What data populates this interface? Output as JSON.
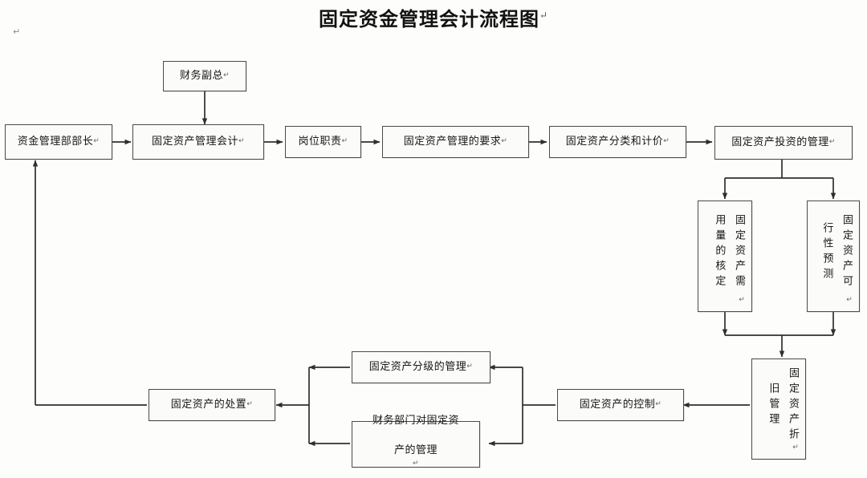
{
  "page": {
    "title": "固定资金管理会计流程图",
    "title_mark": "↵",
    "stray_mark": "↵",
    "colors": {
      "background": "#fdfdfb",
      "box_fill": "#fbfbf9",
      "box_border": "#4a4a4a",
      "connector": "#2f2f2f",
      "text": "#161616"
    }
  },
  "chart_data": {
    "type": "diagram",
    "diagram_kind": "flowchart",
    "title": "固定资金管理会计流程图",
    "orientation": "left-to-right with bottom feedback loop",
    "nodes": [
      {
        "id": "n1",
        "label": "财务副总",
        "shape": "rect",
        "text_direction": "horizontal",
        "row": "top"
      },
      {
        "id": "n2",
        "label": "资金管理部部长",
        "shape": "rect",
        "text_direction": "horizontal",
        "row": "main"
      },
      {
        "id": "n3",
        "label": "固定资产管理会计",
        "shape": "rect",
        "text_direction": "horizontal",
        "row": "main"
      },
      {
        "id": "n4",
        "label": "岗位职责",
        "shape": "rect",
        "text_direction": "horizontal",
        "row": "main"
      },
      {
        "id": "n5",
        "label": "固定资产管理的要求",
        "shape": "rect",
        "text_direction": "horizontal",
        "row": "main"
      },
      {
        "id": "n6",
        "label": "固定资产分类和计价",
        "shape": "rect",
        "text_direction": "horizontal",
        "row": "main"
      },
      {
        "id": "n7",
        "label": "固定资产投资的管理",
        "shape": "rect",
        "text_direction": "horizontal",
        "row": "main"
      },
      {
        "id": "n8",
        "label": "固定资产需用量的核定",
        "shape": "rect",
        "text_direction": "vertical",
        "row": "right-branch"
      },
      {
        "id": "n9",
        "label": "固定资产可行性预测",
        "shape": "rect",
        "text_direction": "vertical",
        "row": "right-branch"
      },
      {
        "id": "n10",
        "label": "固定资产折旧管理",
        "shape": "rect",
        "text_direction": "vertical",
        "row": "bottom-right"
      },
      {
        "id": "n11",
        "label": "固定资产的控制",
        "shape": "rect",
        "text_direction": "horizontal",
        "row": "bottom"
      },
      {
        "id": "n12",
        "label": "固定资产分级的管理",
        "shape": "rect",
        "text_direction": "horizontal",
        "row": "bottom"
      },
      {
        "id": "n13",
        "label": "财务部门对固定资\n产的管理",
        "shape": "rect",
        "text_direction": "horizontal",
        "row": "bottom"
      },
      {
        "id": "n14",
        "label": "固定资产的处置",
        "shape": "rect",
        "text_direction": "horizontal",
        "row": "bottom"
      }
    ],
    "node_labels": {
      "n1": "财务副总",
      "n2": "资金管理部部长",
      "n3": "固定资产管理会计",
      "n4": "岗位职责",
      "n5": "固定资产管理的要求",
      "n6": "固定资产分类和计价",
      "n7": "固定资产投资的管理",
      "n8": "固定资产需用量的核定",
      "n9": "固定资产可行性预测",
      "n10": "固定资产折旧管理",
      "n11": "固定资产的控制",
      "n12": "固定资产分级的管理",
      "n13_line1": "财务部门对固定资",
      "n13_line2": "产的管理",
      "n14": "固定资产的处置"
    },
    "node_marks": {
      "n1": "↵",
      "n2": "↵",
      "n3": "↵",
      "n4": "↵",
      "n5": "↵",
      "n6": "↵",
      "n7": "↵",
      "n8": "↵",
      "n9": "↵",
      "n10": "↵",
      "n11": "↵",
      "n12": "↵",
      "n13": "↵",
      "n14": "↵"
    },
    "edges": [
      {
        "from": "n1",
        "to": "n3",
        "style": "arrow-down"
      },
      {
        "from": "n2",
        "to": "n3",
        "style": "arrow-right"
      },
      {
        "from": "n3",
        "to": "n4",
        "style": "arrow-right"
      },
      {
        "from": "n4",
        "to": "n5",
        "style": "arrow-right"
      },
      {
        "from": "n5",
        "to": "n6",
        "style": "arrow-right"
      },
      {
        "from": "n6",
        "to": "n7",
        "style": "arrow-right"
      },
      {
        "from": "n7",
        "to": "n8",
        "style": "split-down-arrow"
      },
      {
        "from": "n7",
        "to": "n9",
        "style": "split-down-arrow"
      },
      {
        "from": "n8",
        "to": "n10",
        "style": "merge-down-arrow"
      },
      {
        "from": "n9",
        "to": "n10",
        "style": "merge-down-arrow"
      },
      {
        "from": "n10",
        "to": "n11",
        "style": "arrow-left"
      },
      {
        "from": "n11",
        "to": "n12",
        "style": "split-arrow-left"
      },
      {
        "from": "n11",
        "to": "n13",
        "style": "split-arrow-left"
      },
      {
        "from": "n12",
        "to": "n14",
        "style": "merge-arrow-left"
      },
      {
        "from": "n13",
        "to": "n14",
        "style": "merge-arrow-left"
      },
      {
        "from": "n14",
        "to": "n2",
        "style": "feedback-arrow-up"
      }
    ]
  }
}
